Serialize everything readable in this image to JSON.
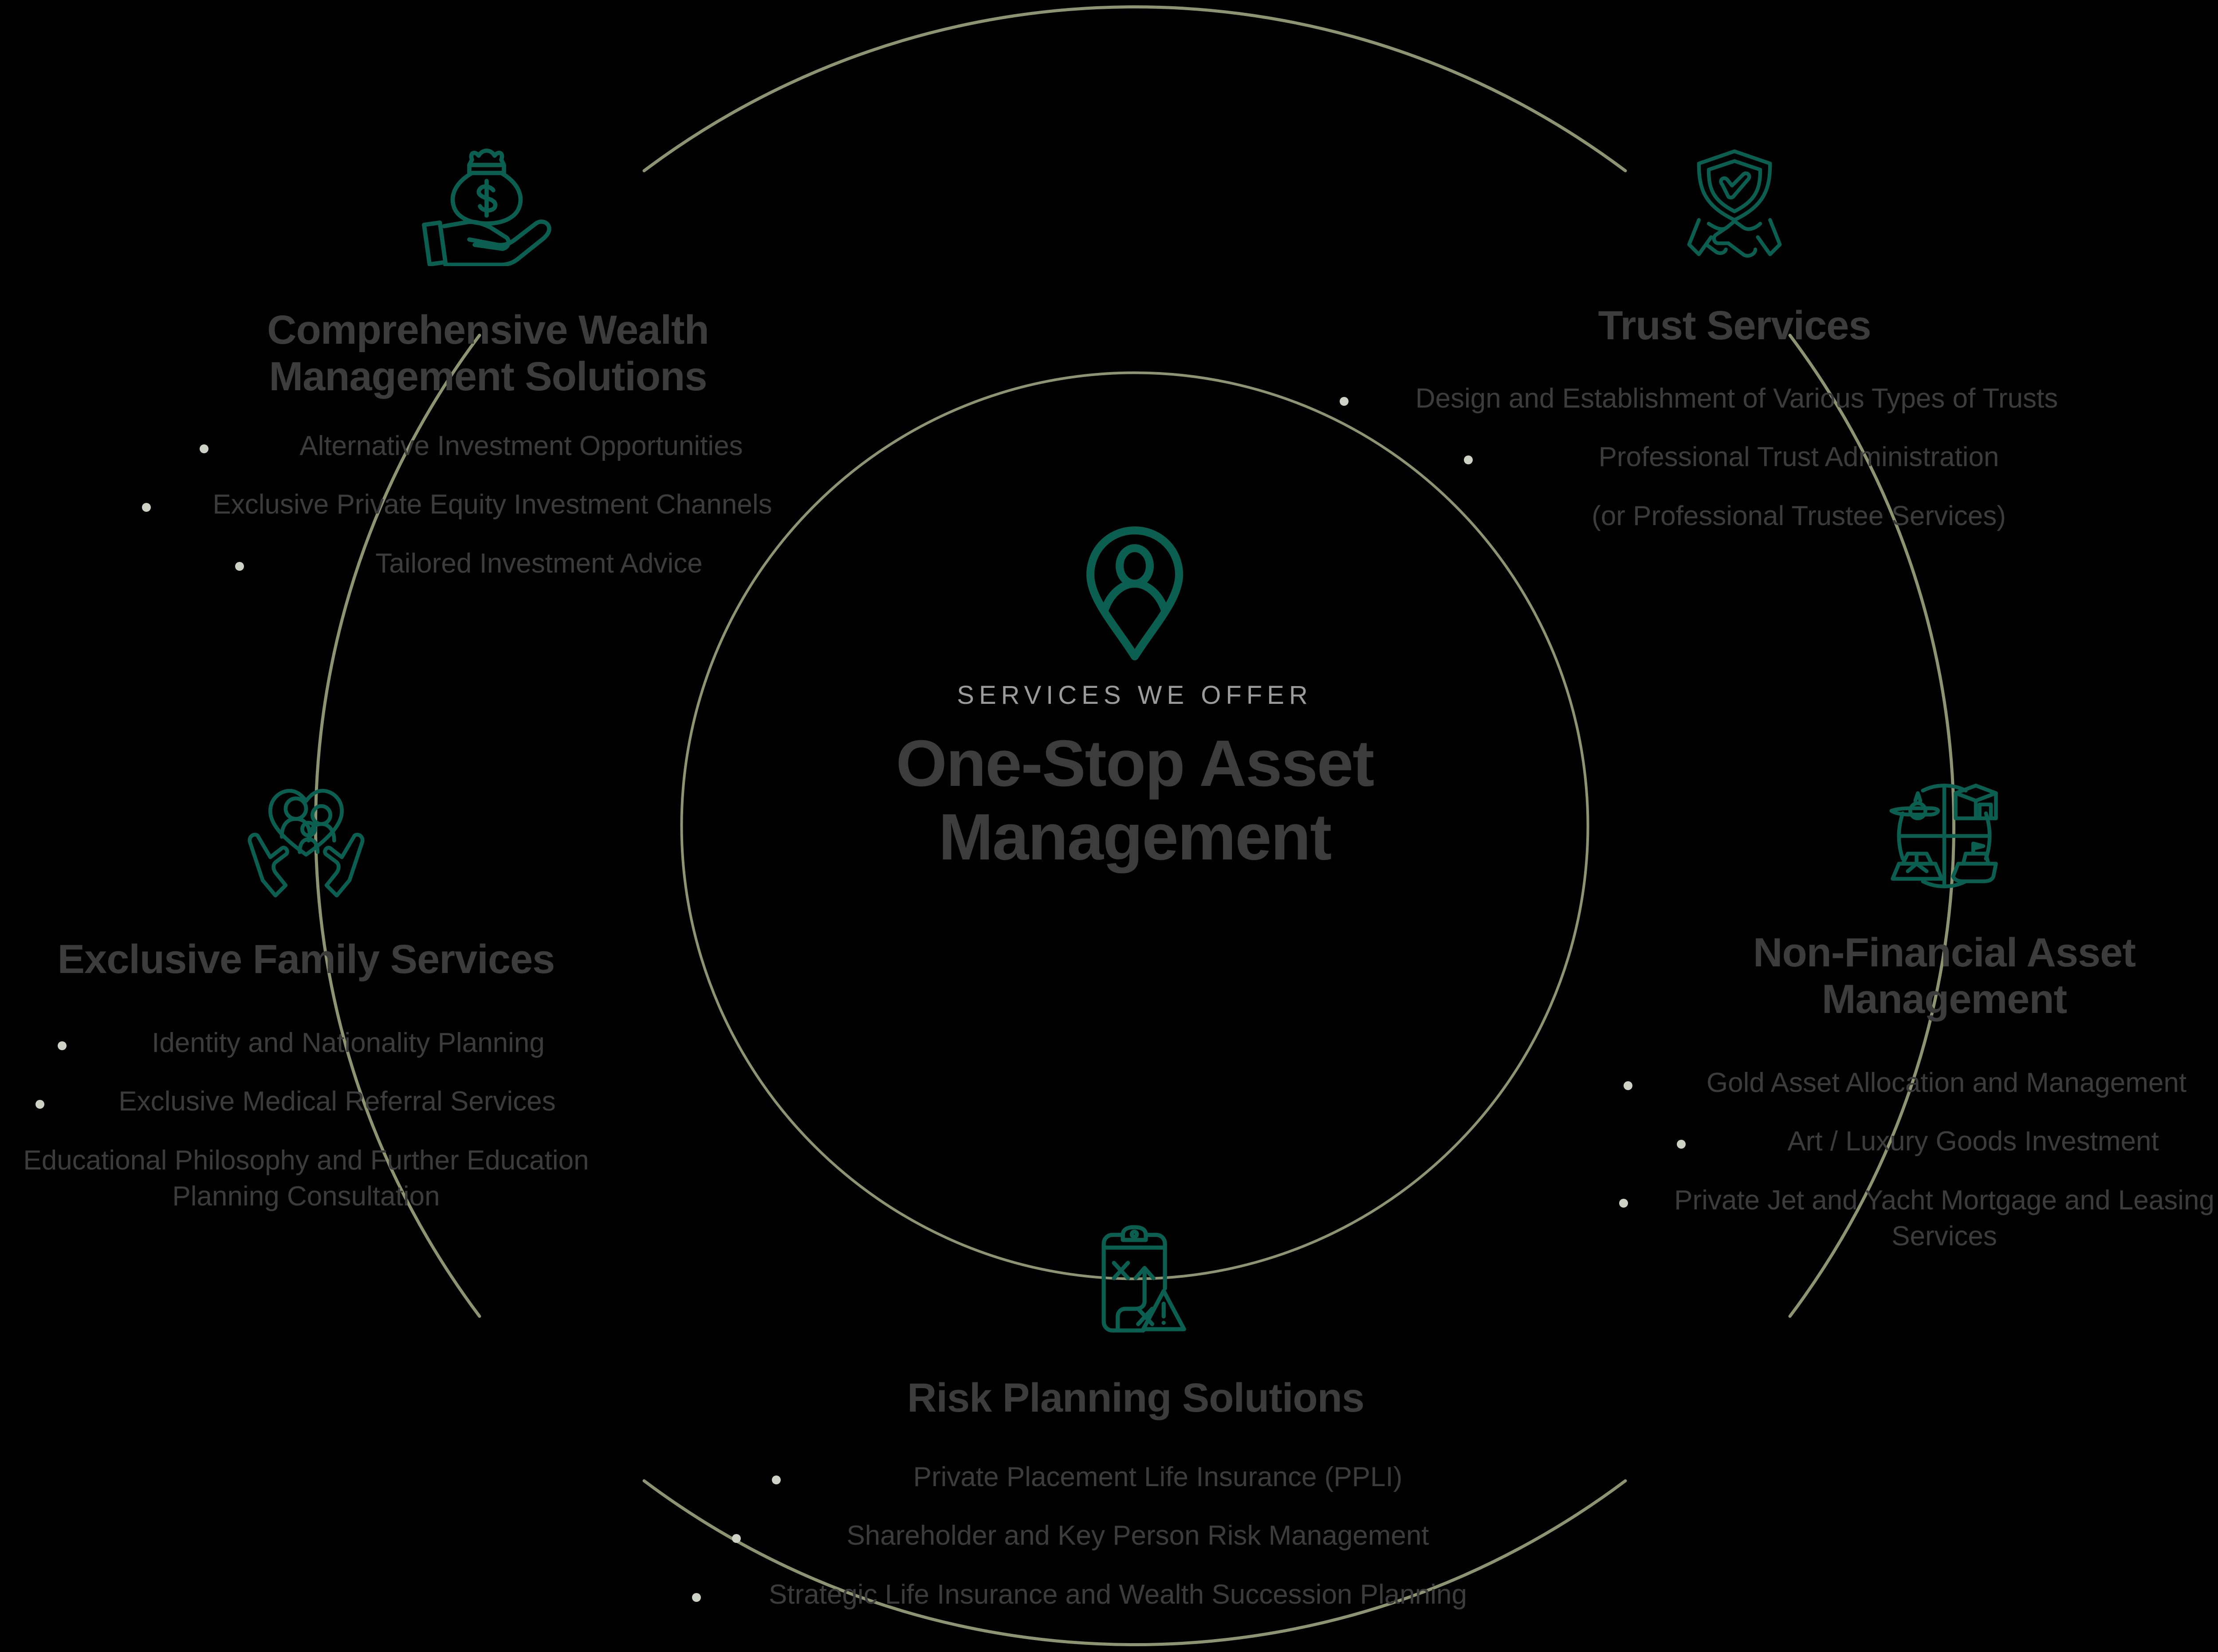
{
  "theme": {
    "background": "#000000",
    "icon_color": "#0a5f50",
    "heading_color": "#3c3c3c",
    "body_color": "#3c3c3c",
    "eyebrow_color": "#9b9b9b",
    "bullet_color": "#ccd3c4",
    "arc_color": "#8d9472"
  },
  "center": {
    "icon": "location-person-pin-icon",
    "eyebrow": "SERVICES WE OFFER",
    "title_line1": "One-Stop Asset",
    "title_line2": "Management"
  },
  "nodes": [
    {
      "id": "wealth",
      "icon": "money-bag-in-hand-icon",
      "title_line1": "Comprehensive Wealth",
      "title_line2": "Management Solutions",
      "items": [
        "Alternative Investment Opportunities",
        "Exclusive Private Equity Investment Channels",
        "Tailored Investment Advice"
      ]
    },
    {
      "id": "trust",
      "icon": "shield-handshake-icon",
      "title_line1": "Trust Services",
      "title_line2": "",
      "items": [
        "Design and Establishment of Various Types of Trusts",
        "Professional Trust Administration",
        "(or Professional Trustee Services)"
      ]
    },
    {
      "id": "family",
      "icon": "heart-family-in-hands-icon",
      "title_line1": "Exclusive Family Services",
      "title_line2": "",
      "items": [
        "Identity and Nationality Planning",
        "Exclusive Medical Referral Services",
        "Educational Philosophy and Further Education Planning Consultation"
      ]
    },
    {
      "id": "nonfin",
      "icon": "globe-assets-quadrant-icon",
      "title_line1": "Non-Financial Asset",
      "title_line2": "Management",
      "items": [
        "Gold Asset Allocation and Management",
        "Art / Luxury Goods Investment",
        "Private Jet and Yacht Mortgage and Leasing Services"
      ]
    },
    {
      "id": "risk",
      "icon": "clipboard-strategy-warning-icon",
      "title_line1": "Risk Planning Solutions",
      "title_line2": "",
      "items": [
        "Private Placement Life Insurance (PPLI)",
        "Shareholder and Key Person Risk Management",
        "Strategic Life Insurance and Wealth Succession Planning"
      ]
    }
  ]
}
